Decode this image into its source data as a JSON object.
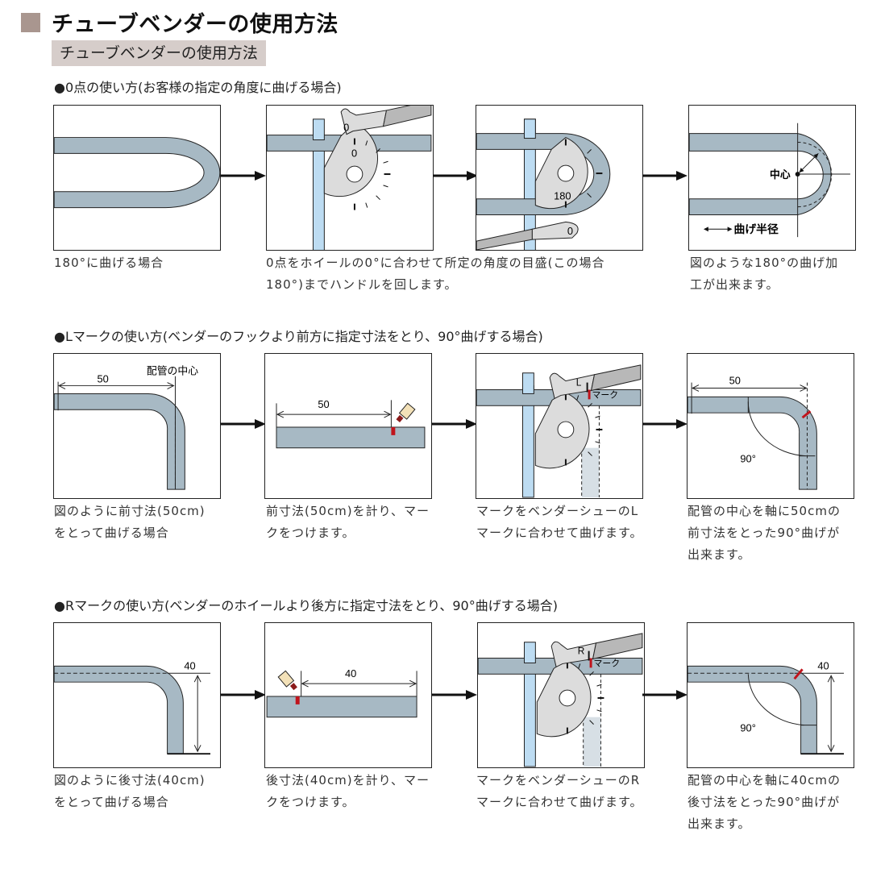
{
  "header": {
    "title": "チューブベンダーの使用方法",
    "subtitle": "チューブベンダーの使用方法"
  },
  "colors": {
    "title_square": "#a9968f",
    "subtitle_bg": "#d6cdca",
    "pipe": "#a7b9c4",
    "support_bar": "#bddcf2",
    "wheel": "#dcdcdc",
    "handle": "#b8b8b8",
    "mark": "#c0141c"
  },
  "sections": [
    {
      "heading": "●0点の使い方(お客様の指定の角度に曲げる場合)",
      "steps": [
        {
          "caption": [
            "180°に曲げる場合"
          ]
        },
        {
          "caption": [
            "0点をホイールの0°に合わせて所定の角度の目盛(この場合",
            "180°)までハンドルを回します。"
          ],
          "labels": {
            "shoe_zero": "0",
            "wheel_zero": "0"
          }
        },
        {
          "caption": [],
          "labels": {
            "wheel_180": "180",
            "shoe_zero": "0"
          }
        },
        {
          "caption": [
            "図のような180°の曲げ加",
            "工が出来ます。"
          ],
          "labels": {
            "center": "中心",
            "bend_radius": "曲げ半径"
          }
        }
      ]
    },
    {
      "heading": "●Lマークの使い方(ベンダーのフックより前方に指定寸法をとり、90°曲げする場合)",
      "steps": [
        {
          "caption": [
            "図のように前寸法(50cm)",
            "をとって曲げる場合"
          ],
          "labels": {
            "dimension": "50",
            "pipe_center": "配管の中心"
          }
        },
        {
          "caption": [
            "前寸法(50cm)を計り、マー",
            "クをつけます。"
          ],
          "labels": {
            "dimension": "50"
          }
        },
        {
          "caption": [
            "マークをベンダーシューのL",
            "マークに合わせて曲げます。"
          ],
          "labels": {
            "shoe_letter": "L",
            "mark": "マーク"
          }
        },
        {
          "caption": [
            "配管の中心を軸に50cmの",
            "前寸法をとった90°曲げが",
            "出来ます。"
          ],
          "labels": {
            "dimension": "50",
            "angle": "90°"
          }
        }
      ]
    },
    {
      "heading": "●Rマークの使い方(ベンダーのホイールより後方に指定寸法をとり、90°曲げする場合)",
      "steps": [
        {
          "caption": [
            "図のように後寸法(40cm)",
            "をとって曲げる場合"
          ],
          "labels": {
            "dimension": "40"
          }
        },
        {
          "caption": [
            "後寸法(40cm)を計り、マー",
            "クをつけます。"
          ],
          "labels": {
            "dimension": "40"
          }
        },
        {
          "caption": [
            "マークをベンダーシューのR",
            "マークに合わせて曲げます。"
          ],
          "labels": {
            "shoe_letter": "R",
            "mark": "マーク"
          }
        },
        {
          "caption": [
            "配管の中心を軸に40cmの",
            "後寸法をとった90°曲げが",
            "出来ます。"
          ],
          "labels": {
            "dimension": "40",
            "angle": "90°"
          }
        }
      ]
    }
  ]
}
